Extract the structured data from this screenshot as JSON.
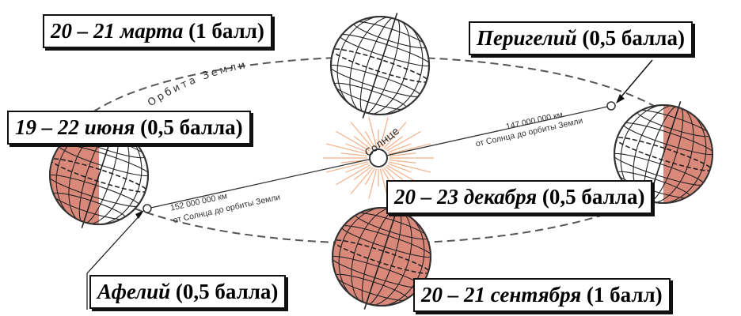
{
  "diagram": {
    "orbit_label": "Орбита Земли",
    "sun_label": "Солнце",
    "perihelion_distance": "147 000 000 км",
    "perihelion_distance_note": "от Солнца до орбиты Земли",
    "aphelion_distance": "152 000 000 км",
    "aphelion_distance_note": "от Солнца до орбиты Земли"
  },
  "labels": {
    "march": {
      "date": "20 – 21 марта",
      "points": " (1 балл)"
    },
    "perihelion": {
      "date": "Перигелий",
      "points": " (0,5 балла)"
    },
    "june": {
      "date": "19 – 22 июня",
      "points": " (0,5 балла)"
    },
    "december": {
      "date": "20 – 23 декабря",
      "points": " (0,5 балла)"
    },
    "aphelion": {
      "date": "Афелий",
      "points": " (0,5 балла)"
    },
    "september": {
      "date": "20 – 21 сентября",
      "points": " (1 балл)"
    }
  },
  "colors": {
    "lit_hemisphere": "#ffffff",
    "shadow_hemisphere": "#d9887a",
    "orbit_line": "#555555",
    "sun_rays": "#f2b08a"
  }
}
